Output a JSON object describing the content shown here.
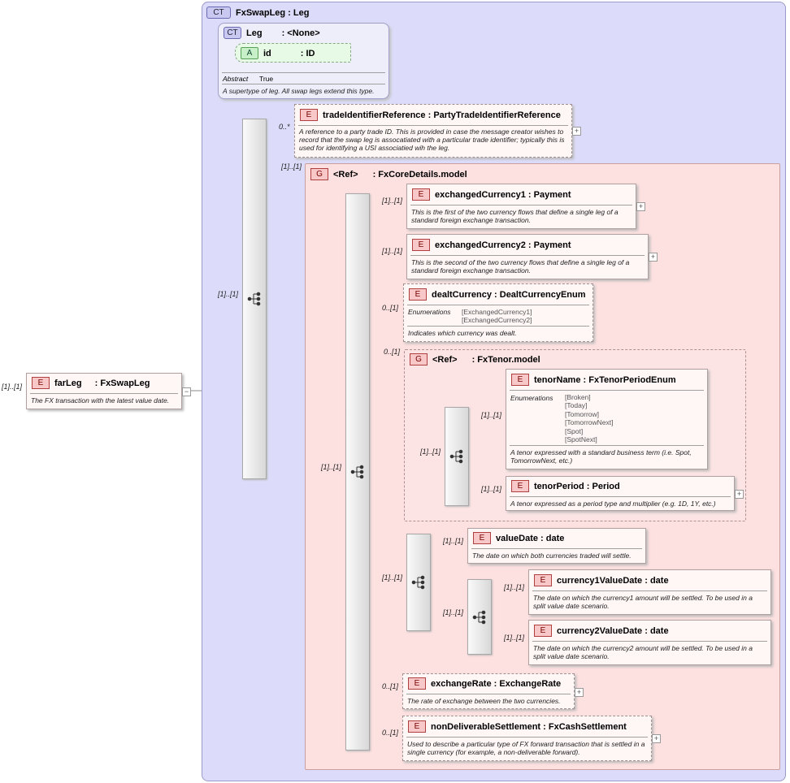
{
  "root": {
    "badge": "CT",
    "title": "FxSwapLeg : Leg"
  },
  "leg": {
    "badge": "CT",
    "name": "Leg",
    "type": ": <None>",
    "attr": {
      "badge": "A",
      "name": "id",
      "type": ": ID"
    },
    "abstract_label": "Abstract",
    "abstract_value": "True",
    "doc": "A supertype of leg. All swap legs extend this type."
  },
  "farleg": {
    "badge": "E",
    "name": "farLeg",
    "type": ": FxSwapLeg",
    "doc": "The FX transaction with the latest value date.",
    "card": "[1]..[1]",
    "minus": "−"
  },
  "trade_id": {
    "badge": "E",
    "title": "tradeIdentifierReference : PartyTradeIdentifierReference",
    "doc": "A reference to a party trade ID. This is provided in case the message creator wishes to record that the swap leg is assocatiated with a particular trade identifier; typically this is used for identifying a USI associatied wih the leg.",
    "card": "0..*"
  },
  "core": {
    "badge": "G",
    "ref": "<Ref>",
    "type": ": FxCoreDetails.model",
    "card": "[1]..[1]"
  },
  "ex1": {
    "badge": "E",
    "title": "exchangedCurrency1 : Payment",
    "doc": "This is the first of the two currency flows that define a single leg of a standard foreign exchange transaction.",
    "card": "[1]..[1]"
  },
  "ex2": {
    "badge": "E",
    "title": "exchangedCurrency2 : Payment",
    "doc": "This is the second of the two currency flows that define a single leg of a standard foreign exchange transaction.",
    "card": "[1]..[1]"
  },
  "dealt": {
    "badge": "E",
    "title": "dealtCurrency : DealtCurrencyEnum",
    "enum_label": "Enumerations",
    "enums": [
      "[ExchangedCurrency1]",
      "[ExchangedCurrency2]"
    ],
    "doc": "Indicates which currency was dealt.",
    "card": "0..[1]"
  },
  "tenor_group": {
    "badge": "G",
    "ref": "<Ref>",
    "type": ": FxTenor.model",
    "card": "0..[1]"
  },
  "tenor_name": {
    "badge": "E",
    "title": "tenorName : FxTenorPeriodEnum",
    "enum_label": "Enumerations",
    "enums": [
      "[Broken]",
      "[Today]",
      "[Tomorrow]",
      "[TomorrowNext]",
      "[Spot]",
      "[SpotNext]"
    ],
    "doc": "A tenor expressed with a standard business term (i.e. Spot, TomorrowNext, etc.)",
    "card": "[1]..[1]"
  },
  "tenor_period": {
    "badge": "E",
    "title": "tenorPeriod : Period",
    "doc": "A tenor expressed as a period type and multiplier (e.g. 1D, 1Y, etc.)",
    "card": "[1]..[1]"
  },
  "value_date": {
    "badge": "E",
    "title": "valueDate : date",
    "doc": "The date on which both currencies traded will settle.",
    "card": "[1]..[1]"
  },
  "c1vd": {
    "badge": "E",
    "title": "currency1ValueDate : date",
    "doc": "The date on which the currency1 amount will be settled. To be used in a split value date scenario.",
    "card": "[1]..[1]"
  },
  "c2vd": {
    "badge": "E",
    "title": "currency2ValueDate : date",
    "doc": "The date on which the currency2 amount will be settled. To be used in a split value date scenario.",
    "card": "[1]..[1]"
  },
  "xrate": {
    "badge": "E",
    "title": "exchangeRate : ExchangeRate",
    "doc": "The rate of exchange between the two currencies.",
    "card": "0..[1]"
  },
  "nds": {
    "badge": "E",
    "title": "nonDeliverableSettlement : FxCashSettlement",
    "doc": "Used to describe a particular type of FX forward transaction that is settled in a single currency (for example, a non-deliverable forward).",
    "card": "0..[1]"
  },
  "cards": {
    "outer_seq": "[1]..[1]",
    "core_seq": "[1]..[1]",
    "tenor_choice": "[1]..[1]",
    "date_choice": "[1]..[1]",
    "split_seq": "[1]..[1]"
  },
  "expand": "+"
}
